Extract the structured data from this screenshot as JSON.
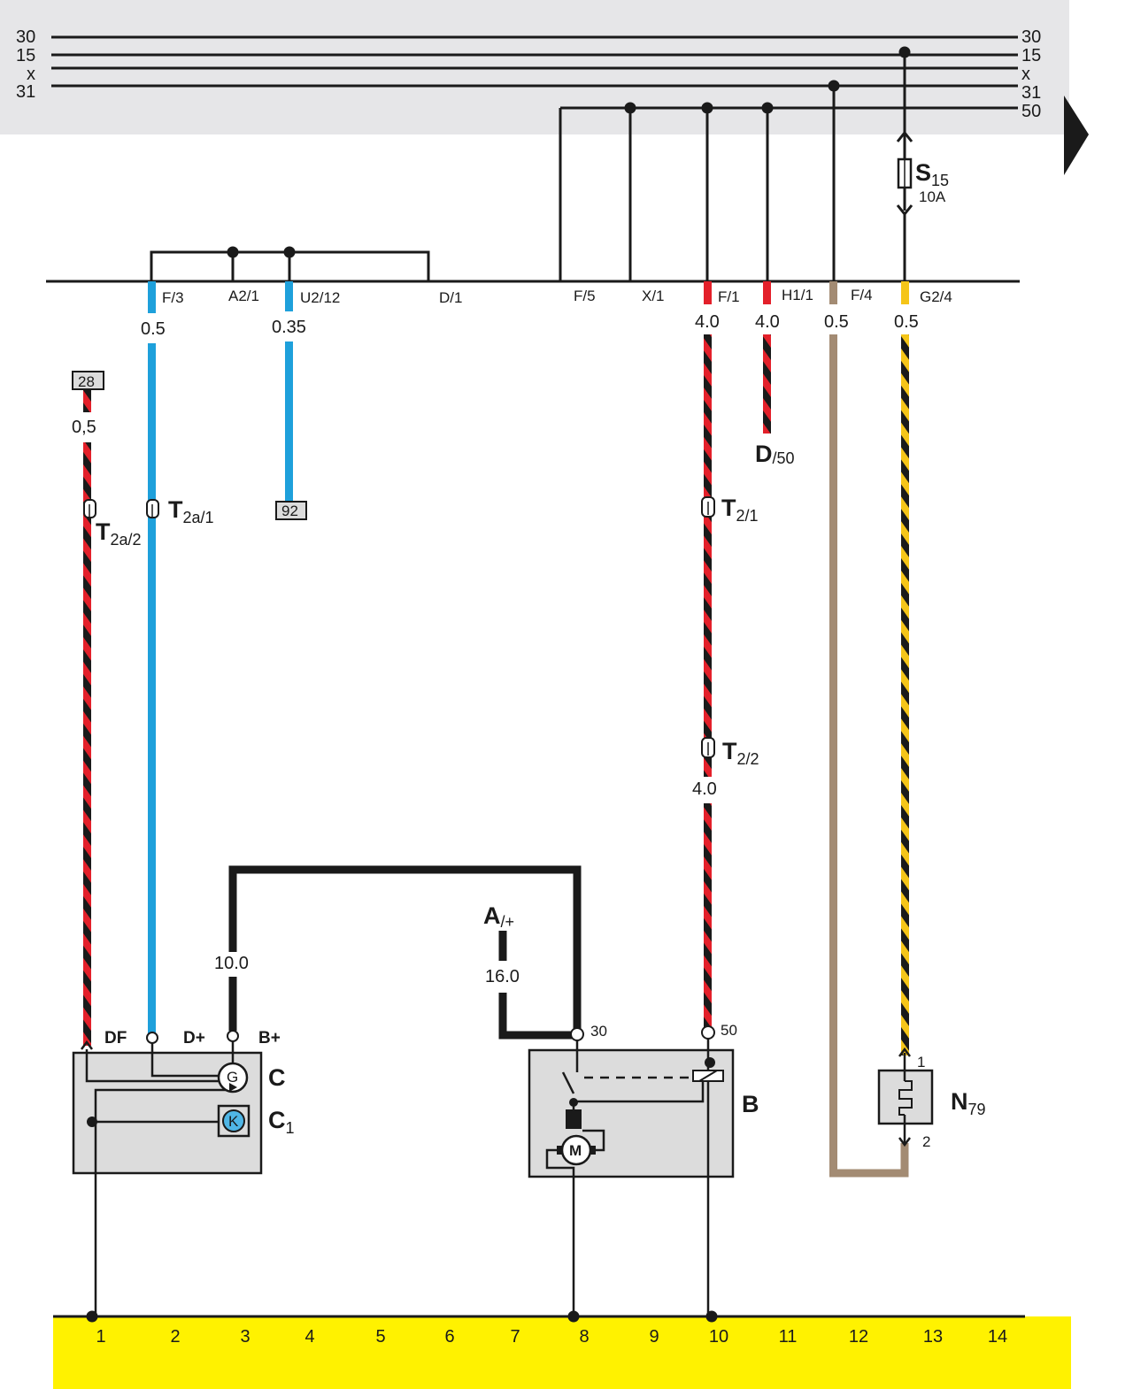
{
  "colors": {
    "top_band": "#e6e6e8",
    "ground_band": "#fff200",
    "wire_blue": "#1ea0db",
    "wire_red": "#e3202a",
    "wire_black": "#1a1a1a",
    "wire_brown": "#a38b73",
    "wire_yellow": "#f5c518",
    "component_fill": "#dcdcdc"
  },
  "rails": {
    "left": [
      "30",
      "15",
      "x",
      "31"
    ],
    "right": [
      "30",
      "15",
      "x",
      "31",
      "50"
    ]
  },
  "connector_strip": {
    "pins": [
      "F/3",
      "A2/1",
      "U2/12",
      "D/1",
      "F/5",
      "X/1",
      "F/1",
      "H1/1",
      "F/4",
      "G2/4"
    ]
  },
  "wire_sizes": {
    "f3": "0.5",
    "u212": "0.35",
    "f1": "4.0",
    "h11": "4.0",
    "f4": "0.5",
    "g24": "0.5",
    "ref28": "0,5",
    "t22": "4.0",
    "bplus": "10.0",
    "aplus": "16.0"
  },
  "references": {
    "ref_28": "28",
    "ref_92": "92"
  },
  "fuse": {
    "main": "S",
    "sub": "15",
    "rating": "10A"
  },
  "connectors": {
    "t2a2": {
      "main": "T",
      "sub": "2a/2"
    },
    "t2a1": {
      "main": "T",
      "sub": "2a/1"
    },
    "t21": {
      "main": "T",
      "sub": "2/1"
    },
    "t22": {
      "main": "T",
      "sub": "2/2"
    }
  },
  "destinations": {
    "d50": {
      "main": "D",
      "sub": "/50"
    },
    "aplus": {
      "main": "A",
      "sub": "/+"
    }
  },
  "components": {
    "alternator": {
      "label": "C",
      "terminals": [
        "DF",
        "D+",
        "B+"
      ],
      "symbol": "G"
    },
    "regulator": {
      "main": "C",
      "sub": "1",
      "symbol": "K"
    },
    "starter": {
      "label": "B",
      "terminal_30": "30",
      "terminal_50": "50",
      "motor_symbol": "M"
    },
    "n79": {
      "main": "N",
      "sub": "79",
      "pin1": "1",
      "pin2": "2"
    }
  },
  "ground_grid": [
    "1",
    "2",
    "3",
    "4",
    "5",
    "6",
    "7",
    "8",
    "9",
    "10",
    "11",
    "12",
    "13",
    "14"
  ]
}
